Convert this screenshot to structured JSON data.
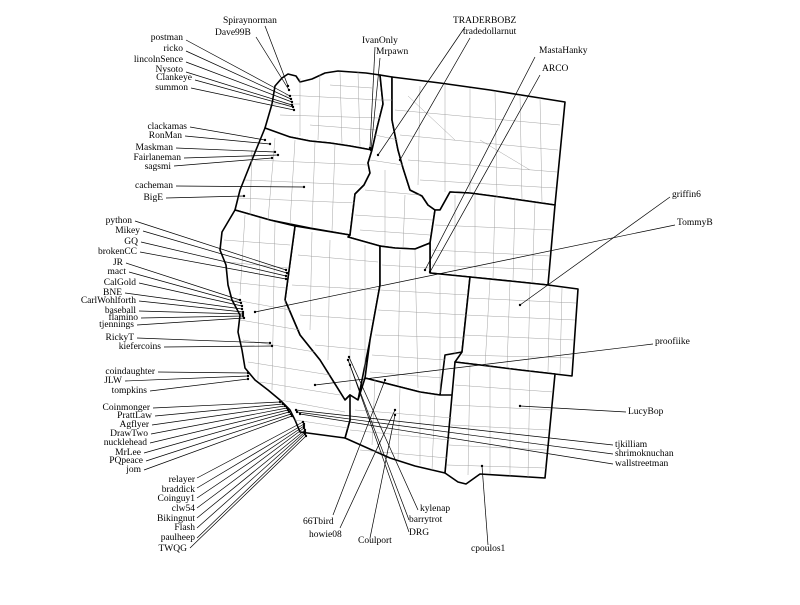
{
  "map": {
    "region": "Western United States",
    "colors": {
      "state_border": "#000000",
      "county_border": "#9a9a9a",
      "leader_line": "#000000",
      "background": "#ffffff"
    },
    "labels": [
      "Spiraynorman",
      "Dave99B",
      "postman",
      "ricko",
      "lincolnSence",
      "Nysoto",
      "Clankeye",
      "summon",
      "IvanOnly",
      "Mrpawn",
      "TRADERBOBZ",
      "tradedollarnut",
      "MastaHanky",
      "ARCO",
      "clackamas",
      "RonMan",
      "Maskman",
      "Fairlaneman",
      "sagsmi",
      "cacheman",
      "BigE",
      "griffin6",
      "TommyB",
      "python",
      "Mikey",
      "GQ",
      "brokenCC",
      "JR",
      "mact",
      "CalGold",
      "BNE",
      "CarlWohlforth",
      "baseball",
      "flamino",
      "tjennings",
      "RickyT",
      "kiefercoins",
      "proofiike",
      "coindaughter",
      "JLW",
      "tompkins",
      "Coinmonger",
      "PrattLaw",
      "Agflyer",
      "DrawTwo",
      "nucklehead",
      "MrLee",
      "PQpeace",
      "jom",
      "LucyBop",
      "tjkilliam",
      "shrimoknuchan",
      "wallstreetman",
      "relayer",
      "braddick",
      "Coinguy1",
      "clw54",
      "Bikingnut",
      "Flash",
      "paulheep",
      "TWQG",
      "66Tbird",
      "howie08",
      "Coulport",
      "kylenap",
      "barrytrot",
      "DRG",
      "cpoulos1"
    ]
  }
}
